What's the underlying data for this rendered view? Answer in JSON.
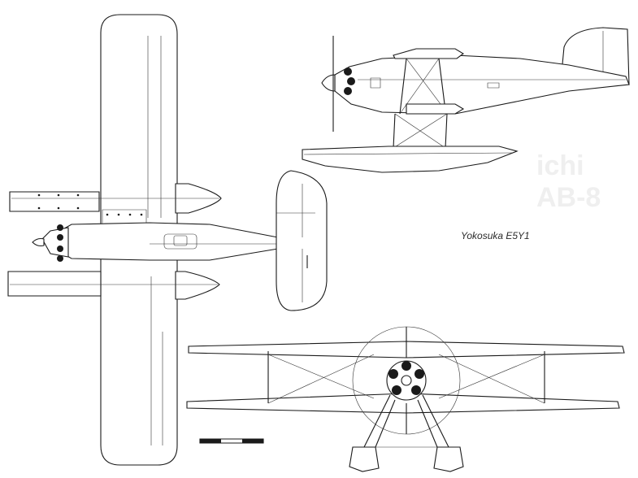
{
  "caption": "Yokosuka E5Y1",
  "bleed_through_text": "ichi AB-8",
  "colors": {
    "line": "#1a1a1a",
    "paper": "#ffffff",
    "bleed": "#efefef"
  },
  "views": [
    "top-view",
    "side-view",
    "front-view"
  ]
}
